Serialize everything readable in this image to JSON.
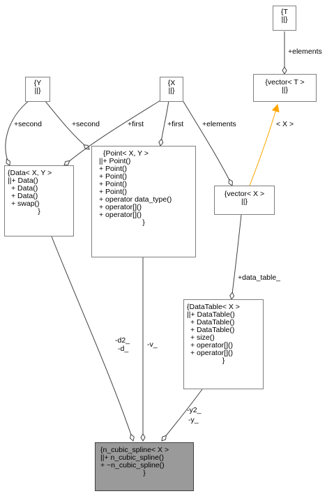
{
  "nodes": {
    "T": {
      "lines": [
        "{T",
        "||}"
      ]
    },
    "Y": {
      "lines": [
        "{Y",
        "||}"
      ]
    },
    "X": {
      "lines": [
        "{X",
        "||}"
      ]
    },
    "vector_T": {
      "lines": [
        "{vector< T >",
        "||}"
      ]
    },
    "Data": {
      "lines": [
        "{Data< X, Y >",
        "||+ Data()",
        "+ Data()",
        "+ Data()",
        "+ swap()",
        "}"
      ]
    },
    "Point": {
      "lines": [
        "{Point< X, Y >",
        "||+ Point()",
        "+ Point()",
        "+ Point()",
        "+ Point()",
        "+ Point()",
        "+ operator data_type()",
        "+ operator[]()",
        "+ operator[]()",
        "}"
      ]
    },
    "vector_X": {
      "lines": [
        "{vector< X >",
        "||}"
      ]
    },
    "DataTable": {
      "lines": [
        "{DataTable< X >",
        "||+ DataTable()",
        "+ DataTable()",
        "+ DataTable()",
        "+ size()",
        "+ operator[]()",
        "+ operator[]()",
        "}"
      ]
    },
    "n_cubic_spline": {
      "lines": [
        "{n_cubic_spline< X >",
        "||+ n_cubic_spline()",
        "+ ~n_cubic_spline()",
        "}"
      ]
    }
  },
  "edge_labels": {
    "t_elements": "+elements",
    "y_second_data": "+second",
    "y_second_point": "+second",
    "x_first_data": "+first",
    "x_first_point": "+first",
    "x_elements": "+elements",
    "template_arg": "< X >",
    "data_table": "+data_table_",
    "d2": "-d2_",
    "d": "-d_",
    "v": "-v_",
    "y2": "-y2_",
    "y": "-y_"
  },
  "colors": {
    "edge": "#404040",
    "template_edge": "#ffa500",
    "highlight_fill": "#9a9a9a"
  }
}
